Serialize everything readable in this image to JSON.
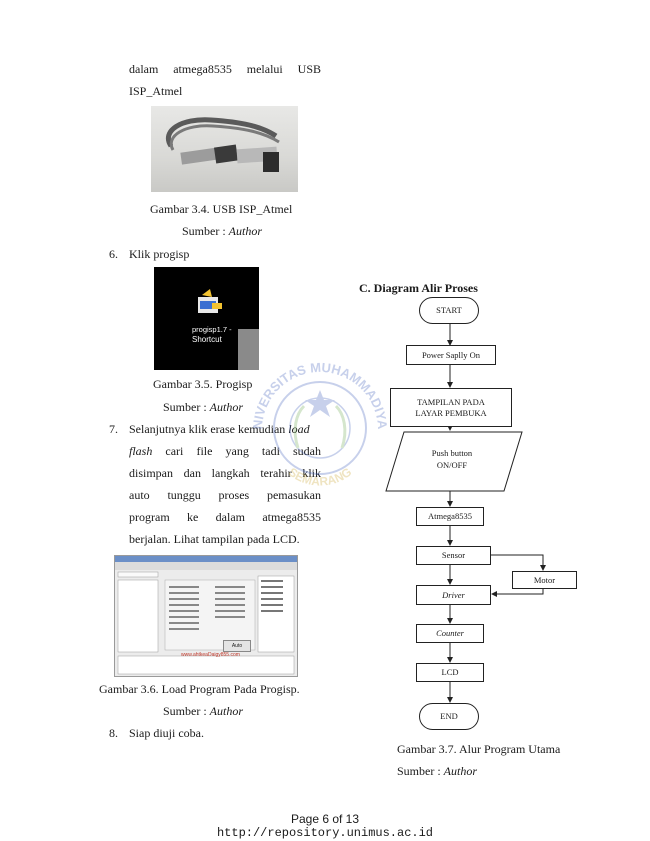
{
  "left_column": {
    "intro_line1_words": [
      "dalam",
      "atmega8535",
      "melalui",
      "USB"
    ],
    "intro_line2": "ISP_Atmel",
    "fig34": {
      "caption": "Gambar 3.4. USB ISP_Atmel",
      "source_prefix": "Sumber : ",
      "source_author": "Author"
    },
    "step6": {
      "num": "6.",
      "text": "Klik progisp",
      "icon_label_top": "progisp1.7 -",
      "icon_label_bottom": "Shortcut"
    },
    "fig35": {
      "caption": "Gambar 3.5. Progisp",
      "source_prefix": "Sumber : ",
      "source_author": "Author"
    },
    "step7": {
      "num": "7.",
      "line1_start": "Selanjutnya klik erase kemudian ",
      "line1_italic": "load",
      "line2_italic": "flash",
      "line2_words": [
        "cari",
        "file",
        "yang",
        "tadi",
        "sudah"
      ],
      "line3_words": [
        "disimpan",
        "dan",
        "langkah",
        "terahir",
        "klik"
      ],
      "line4_words": [
        "auto",
        "tunggu",
        "proses",
        "pemasukan"
      ],
      "line5_words": [
        "program",
        "ke",
        "dalam",
        "atmega8535"
      ],
      "line6": "berjalan. Lihat tampilan pada LCD."
    },
    "screenshot": {
      "url_text": "www.ahtkeaDaigy855.com",
      "button_label": "Auto"
    },
    "fig36": {
      "caption": "Gambar 3.6. Load Program Pada Progisp.",
      "source_prefix": "Sumber : ",
      "source_author": "Author"
    },
    "step8": {
      "num": "8.",
      "text": "Siap diuji coba."
    }
  },
  "right_column": {
    "section_title": "C. Diagram Alir Proses",
    "flow": {
      "start": "START",
      "power": "Power Saplly On",
      "tampilan_1": "TAMPILAN PADA",
      "tampilan_2": "LAYAR PEMBUKA",
      "push_1": "Push button",
      "push_2": "ON/OFF",
      "atmega": "Atmega8535",
      "sensor": "Sensor",
      "motor": "Motor",
      "driver": "Driver",
      "counter": "Counter",
      "lcd": "LCD",
      "end": "END"
    },
    "fig37": {
      "caption": "Gambar 3.7. Alur Program Utama",
      "source_prefix": "Sumber : ",
      "source_author": "Author"
    }
  },
  "watermark": {
    "top_text": "UNIVERSITAS MUHAMMADIYAH",
    "bottom_text": "SEMARANG"
  },
  "footer": {
    "page": "Page 6 of 13",
    "url": "http://repository.unimus.ac.id"
  }
}
